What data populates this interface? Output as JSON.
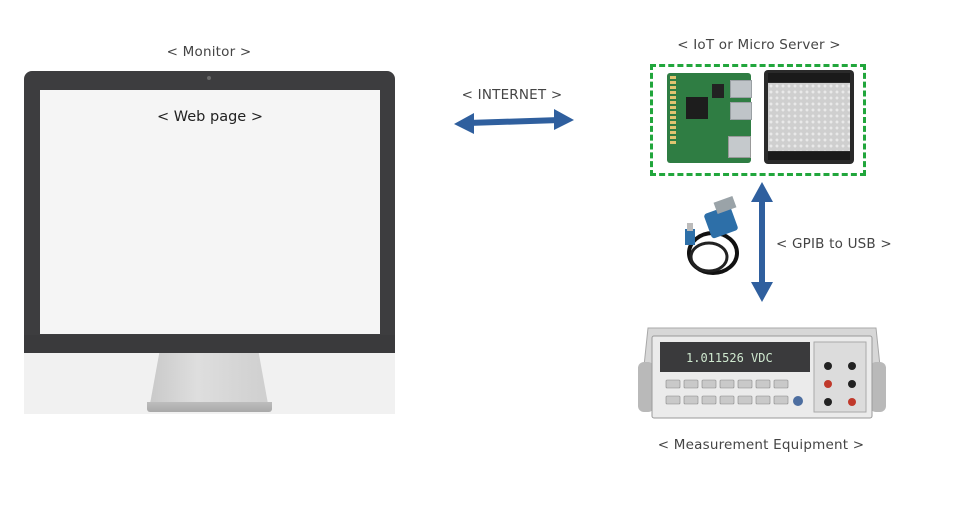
{
  "labels": {
    "monitor": "< Monitor >",
    "web_page": "< Web page >",
    "internet": "< INTERNET >",
    "server": "< IoT or Micro Server >",
    "gpib": "< GPIB to USB >",
    "equipment": "< Measurement Equipment >"
  },
  "multimeter": {
    "display": "1.011526 VDC"
  },
  "colors": {
    "arrow": "#2f5f9e",
    "dashed_border": "#21a63c"
  }
}
